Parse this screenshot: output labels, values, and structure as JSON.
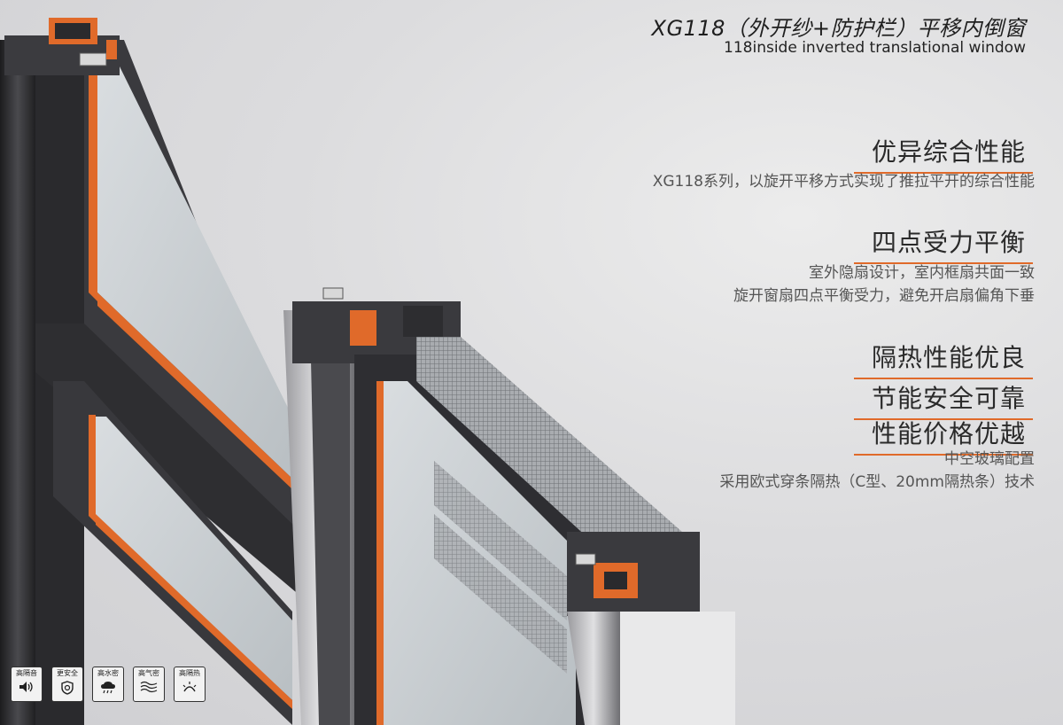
{
  "header": {
    "title": "XG118（外开纱+防护栏）平移内倒窗",
    "subtitle": "118inside inverted translational window"
  },
  "features": [
    {
      "heading": "优异综合性能",
      "lines": [
        "XG118系列，以旋开平移方式实现了推拉平开的综合性能"
      ]
    },
    {
      "heading": "四点受力平衡",
      "lines": [
        "室外隐扇设计，室内框扇共面一致",
        "旋开窗扇四点平衡受力，避免开启扇偏角下垂"
      ]
    },
    {
      "heading": "隔热性能优良",
      "lines": []
    },
    {
      "heading": "节能安全可靠",
      "lines": []
    },
    {
      "heading": "性能价格优越",
      "lines": [
        "中空玻璃配置",
        "采用欧式穿条隔热（C型、20mm隔热条）技术"
      ]
    }
  ],
  "badges": [
    {
      "label": "高隔音",
      "icon": "speaker-icon"
    },
    {
      "label": "更安全",
      "icon": "shield-icon"
    },
    {
      "label": "高水密",
      "icon": "rain-cloud-icon"
    },
    {
      "label": "高气密",
      "icon": "wind-waves-icon"
    },
    {
      "label": "高隔热",
      "icon": "sun-heat-icon"
    }
  ],
  "colors": {
    "accent": "#e06a2a",
    "frame": "#2b2b2e",
    "frame_highlight": "#8a8a8e"
  }
}
